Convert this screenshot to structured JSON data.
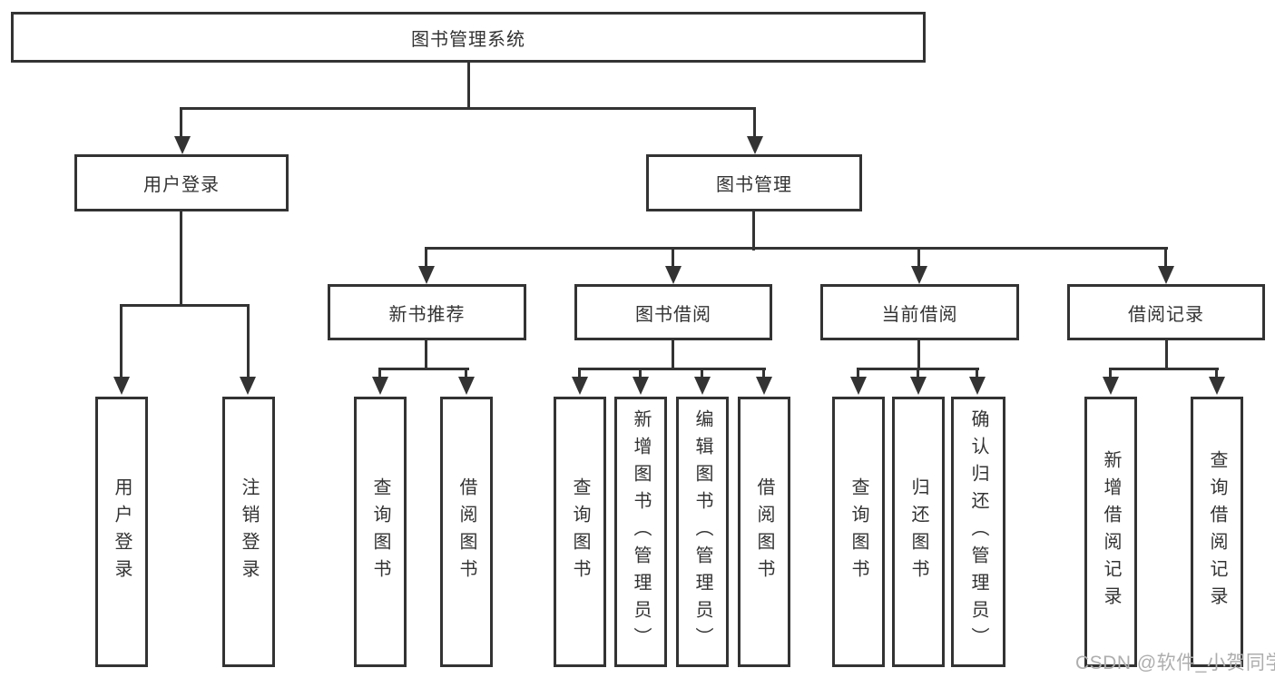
{
  "colors": {
    "line": "#333333",
    "text": "#333333",
    "background": "#ffffff",
    "watermark": "#aeaeae",
    "box_fill": "#ffffff"
  },
  "tree": {
    "root": {
      "label": "图书管理系统"
    },
    "branches": [
      {
        "label": "用户登录",
        "children": [
          {
            "label": "用户登录"
          },
          {
            "label": "注销登录"
          }
        ]
      },
      {
        "label": "图书管理",
        "children": [
          {
            "label": "新书推荐",
            "children": [
              {
                "label": "查询图书"
              },
              {
                "label": "借阅图书"
              }
            ]
          },
          {
            "label": "图书借阅",
            "children": [
              {
                "label": "查询图书"
              },
              {
                "label": "新增图书（管理员）"
              },
              {
                "label": "编辑图书（管理员）"
              },
              {
                "label": "借阅图书"
              }
            ]
          },
          {
            "label": "当前借阅",
            "children": [
              {
                "label": "查询图书"
              },
              {
                "label": "归还图书"
              },
              {
                "label": "确认归还（管理员）"
              }
            ]
          },
          {
            "label": "借阅记录",
            "children": [
              {
                "label": "新增借阅记录"
              },
              {
                "label": "查询借阅记录"
              }
            ]
          }
        ]
      }
    ]
  },
  "watermark": {
    "text": "CSDN @软件_小贺同学"
  }
}
